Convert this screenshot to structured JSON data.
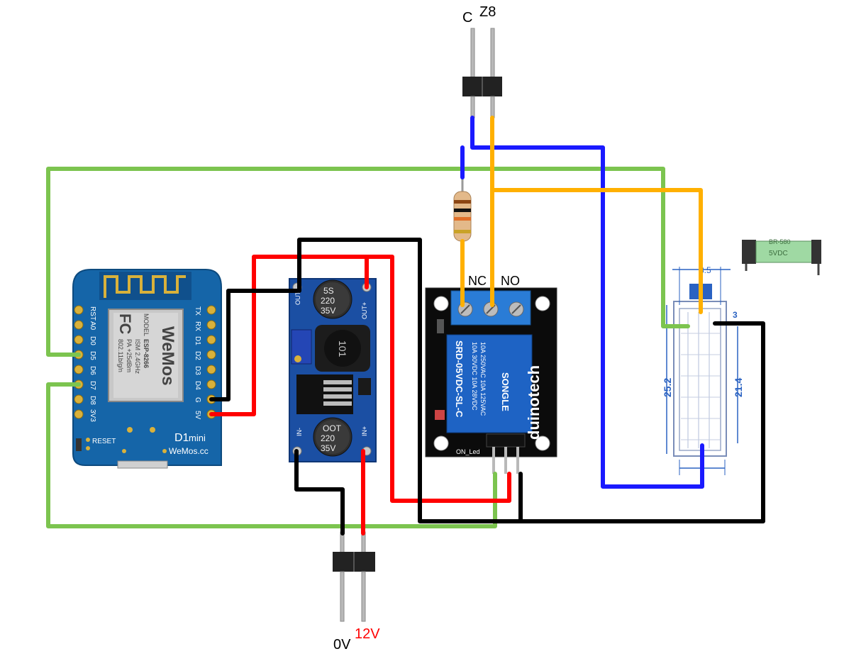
{
  "header_top": {
    "left_pin": "C",
    "right_pin": "Z8"
  },
  "header_bottom": {
    "left_pin": "0V",
    "right_pin": "12V"
  },
  "wemos": {
    "pins_left": [
      "RST",
      "A0",
      "D0",
      "D5",
      "D6",
      "D7",
      "D8",
      "3V3"
    ],
    "pins_right": [
      "TX",
      "RX",
      "D1",
      "D2",
      "D3",
      "D4",
      "G",
      "5V"
    ],
    "model_label": "MODEL",
    "chip": "ESP-8266",
    "ism": "ISM 2.4GHz",
    "pa": "PA +25dBm",
    "wifi": "802.11b/g/n",
    "fc": "FC",
    "brand": "WeMos",
    "board_name": "D1",
    "board_suffix": "mini",
    "site": "WeMos.cc",
    "reset_label": "RESET"
  },
  "buck": {
    "cap_top": [
      "5S",
      "220",
      "35V"
    ],
    "cap_bottom": [
      "OOT",
      "220",
      "35V"
    ],
    "inductor": "101",
    "out_minus": "OUT-",
    "out_plus": "OUT+",
    "in_minus": "IN-",
    "in_plus": "IN+"
  },
  "relay": {
    "nc_label": "NC",
    "no_label": "NO",
    "brand": "duinotech",
    "specs": [
      "10A 250VAC 10A 125VAC",
      "10A 30VDC 10A 28VDC"
    ],
    "model": "SRD-05VDC-SL-C",
    "maker": "SONGLE",
    "led_label": "ON_Led"
  },
  "reed": {
    "dim_left": "25.2",
    "dim_right": "21.4",
    "dim_top": "3",
    "dim_top_cut": "3.5",
    "photo_label": "5VDC",
    "photo_top": "BR-580"
  },
  "colors": {
    "green": "#7cc44f",
    "blue": "#1a1aff",
    "orange": "#ffb000",
    "red": "#ff0000",
    "black": "#000000",
    "board_blue": "#1565a8"
  }
}
